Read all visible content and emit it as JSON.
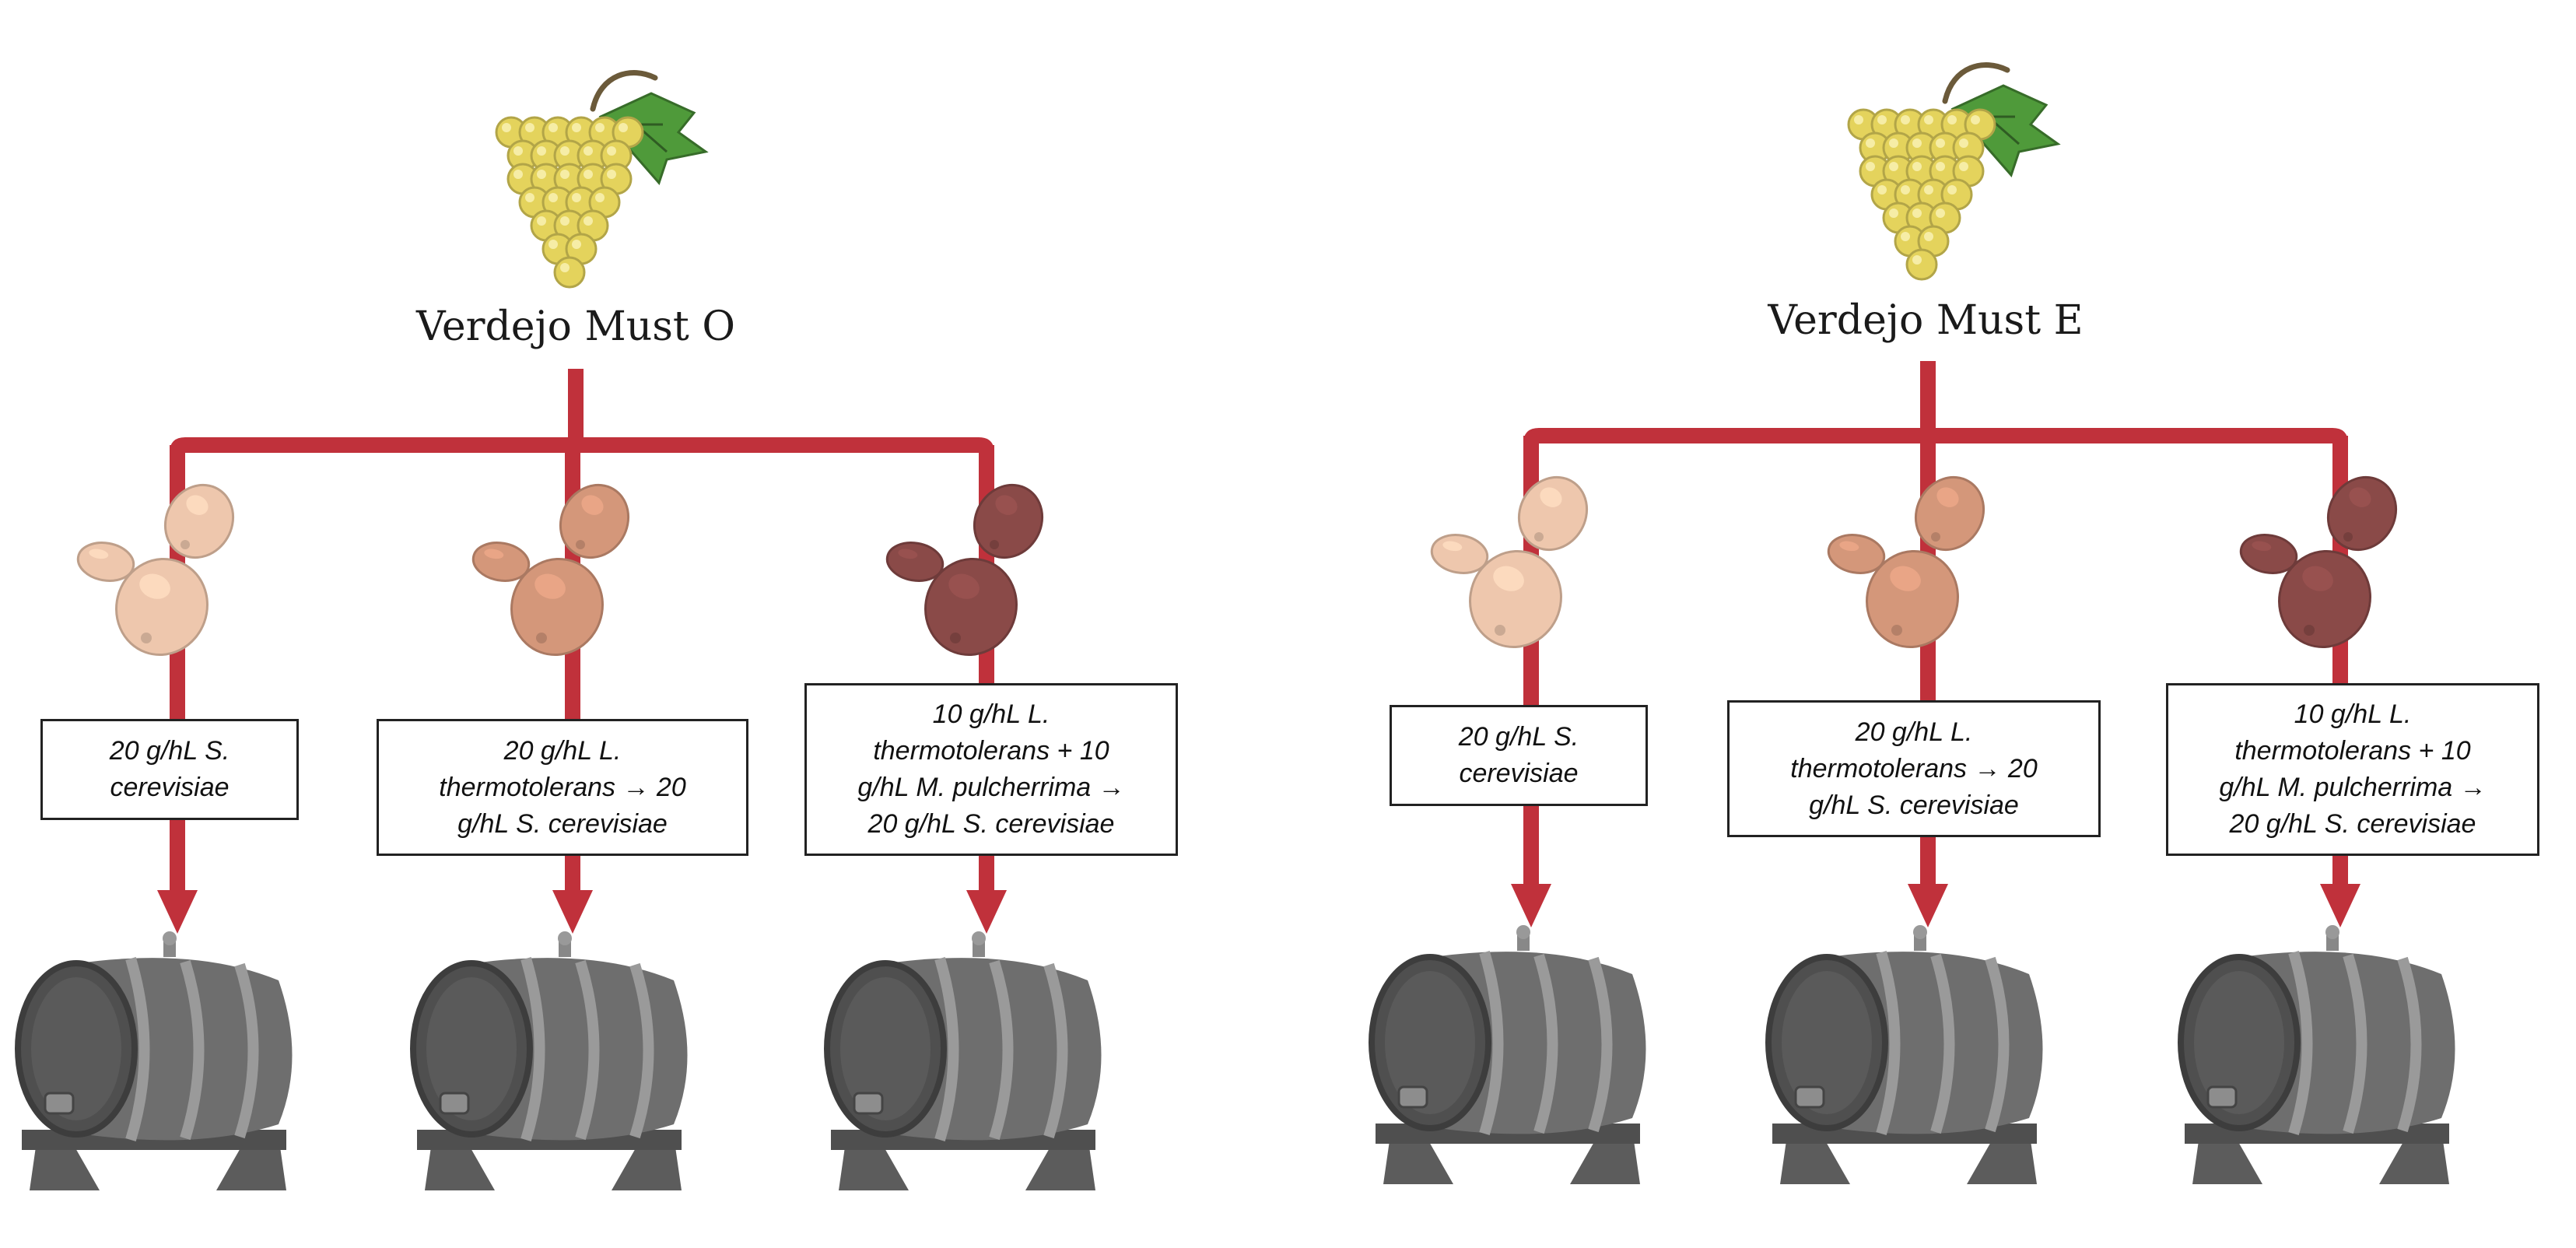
{
  "panels": [
    {
      "title": "Verdejo Must O",
      "treatments": [
        {
          "lines": [
            "20 g/hL S.",
            "cerevisiae"
          ],
          "yeast": "light-yeast-icon"
        },
        {
          "lines": [
            "20 g/hL L.",
            "thermotolerans → 20",
            "g/hL S. cerevisiae"
          ],
          "yeast": "tan-yeast-icon"
        },
        {
          "lines": [
            "10 g/hL L.",
            "thermotolerans + 10",
            "g/hL M. pulcherrima →",
            "20 g/hL S. cerevisiae"
          ],
          "yeast": "dark-yeast-icon"
        }
      ]
    },
    {
      "title": "Verdejo Must E",
      "treatments": [
        {
          "lines": [
            "20 g/hL S.",
            "cerevisiae"
          ],
          "yeast": "light-yeast-icon"
        },
        {
          "lines": [
            "20 g/hL L.",
            "thermotolerans → 20",
            "g/hL S. cerevisiae"
          ],
          "yeast": "tan-yeast-icon"
        },
        {
          "lines": [
            "10 g/hL L.",
            "thermotolerans + 10",
            "g/hL M. pulcherrima →",
            "20 g/hL S. cerevisiae"
          ],
          "yeast": "dark-yeast-icon"
        }
      ]
    }
  ],
  "icons": {
    "source": "grape-bunch-icon",
    "vessel": "wooden-barrel-icon"
  },
  "colors": {
    "flow": "#c0313b",
    "grape": "#e4d35c",
    "leaf": "#4f9a3a",
    "barrel": "#6e6e6e",
    "yeast_light": "#eec7ad",
    "yeast_tan": "#d4977a",
    "yeast_dark": "#8a4a48"
  }
}
